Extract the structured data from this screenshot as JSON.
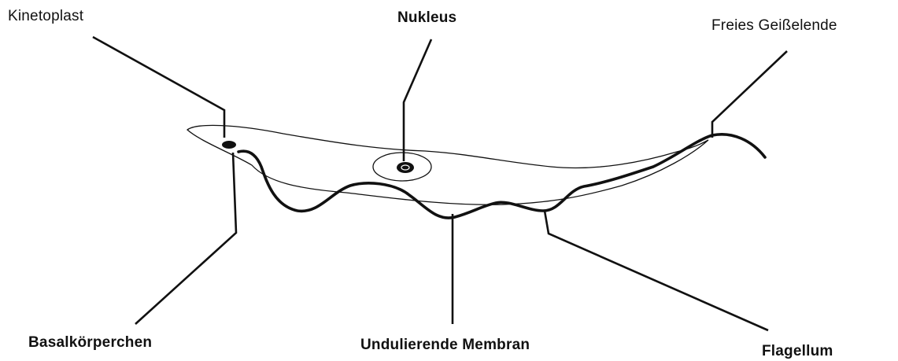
{
  "labels": {
    "kinetoplast": "Kinetoplast",
    "nukleus": "Nukleus",
    "freies_geisselende": "Freies Geißelende",
    "basalkoerperchen": "Basalkörperchen",
    "undulierende_membran": "Undulierende Membran",
    "flagellum": "Flagellum"
  },
  "colors": {
    "ink": "#111111",
    "background": "#ffffff"
  }
}
